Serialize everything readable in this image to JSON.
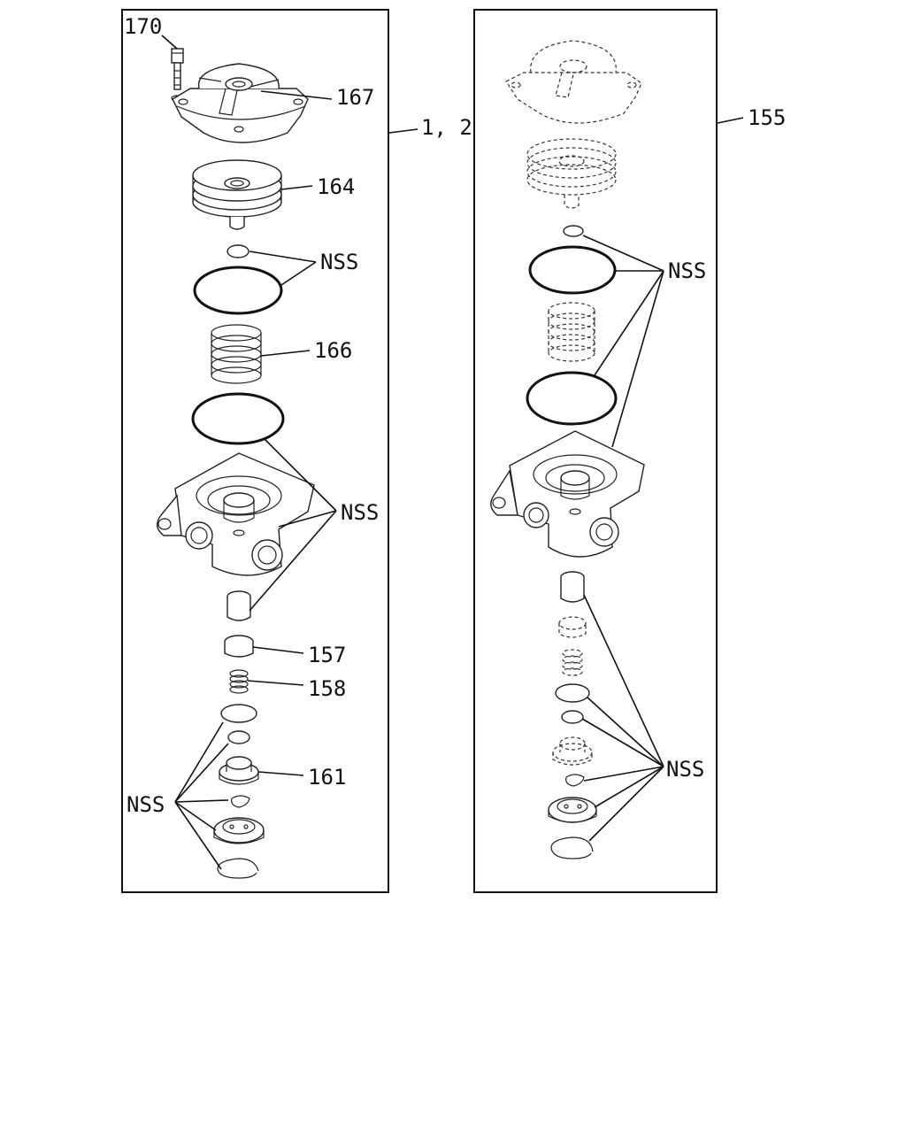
{
  "left_panel": {
    "assembly_label": "1, 2",
    "callouts": {
      "p170": "170",
      "p167": "167",
      "p164": "164",
      "nss_top": "NSS",
      "p166": "166",
      "nss_body": "NSS",
      "p157": "157",
      "p158": "158",
      "p161": "161",
      "nss_bottom": "NSS"
    }
  },
  "right_panel": {
    "assembly_label": "155",
    "callouts": {
      "nss_top": "NSS",
      "nss_bottom": "NSS"
    }
  }
}
